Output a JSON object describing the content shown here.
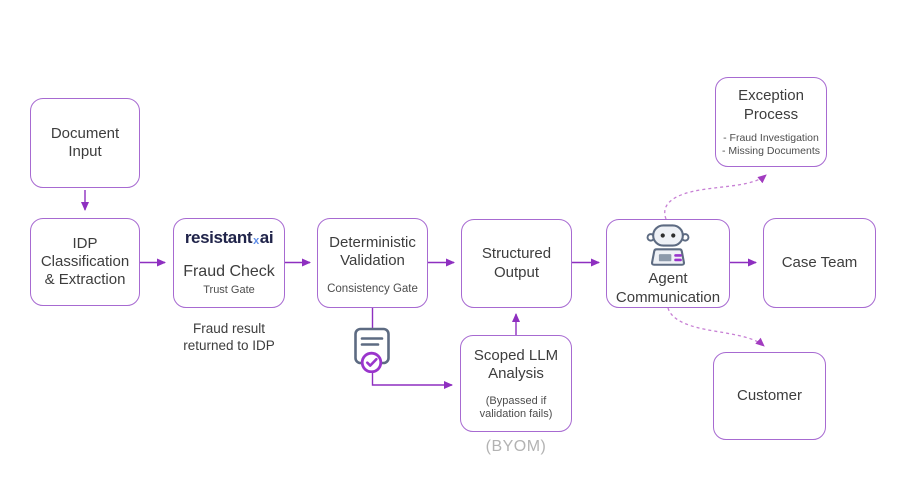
{
  "colors": {
    "box-border": "#a76ad1",
    "arrow": "#8e2fc0",
    "dashed": "#c77fd4",
    "dashed-head": "#a23cc0",
    "text": "#3d3d3d",
    "subtext": "#4d4d4d",
    "logo-navy": "#20244a",
    "logo-blue": "#5f8de8",
    "muted": "#b3b3b3",
    "icon-slate": "#5d6b82",
    "icon-purple": "#9a35cc",
    "icon-fill": "#eef1f6",
    "icon-screen": "#8d9aab",
    "eye": "#2e2e2e"
  },
  "diagram": {
    "nodes": {
      "document_input": {
        "lines": [
          "Document",
          "Input"
        ]
      },
      "idp": {
        "lines": [
          "IDP",
          "Classification",
          "& Extraction"
        ]
      },
      "fraud_check": {
        "logo": {
          "part1": "resistant",
          "x": "x",
          "part2": "ai"
        },
        "label": "Fraud Check",
        "sublabel": "Trust Gate"
      },
      "deterministic_validation": {
        "lines": [
          "Deterministic",
          "Validation"
        ],
        "sublabel": "Consistency Gate"
      },
      "structured_output": {
        "lines": [
          "Structured",
          "Output"
        ]
      },
      "scoped_llm": {
        "lines": [
          "Scoped LLM",
          "Analysis"
        ],
        "sub_lines": [
          "(Bypassed if",
          "validation fails)"
        ]
      },
      "agent_communication": {
        "lines": [
          "Agent",
          "Communication"
        ]
      },
      "case_team": {
        "label": "Case Team"
      },
      "exception_process": {
        "lines": [
          "Exception",
          "Process"
        ],
        "sub_lines": [
          "- Fraud Investigation",
          "- Missing Documents"
        ]
      },
      "customer": {
        "label": "Customer"
      }
    },
    "notes": {
      "fraud_result": {
        "lines": [
          "Fraud result",
          "returned to IDP"
        ]
      },
      "byom": "(BYOM)"
    },
    "icons": {
      "validation_doc": "document-check-icon",
      "agent_robot": "robot-icon"
    }
  }
}
